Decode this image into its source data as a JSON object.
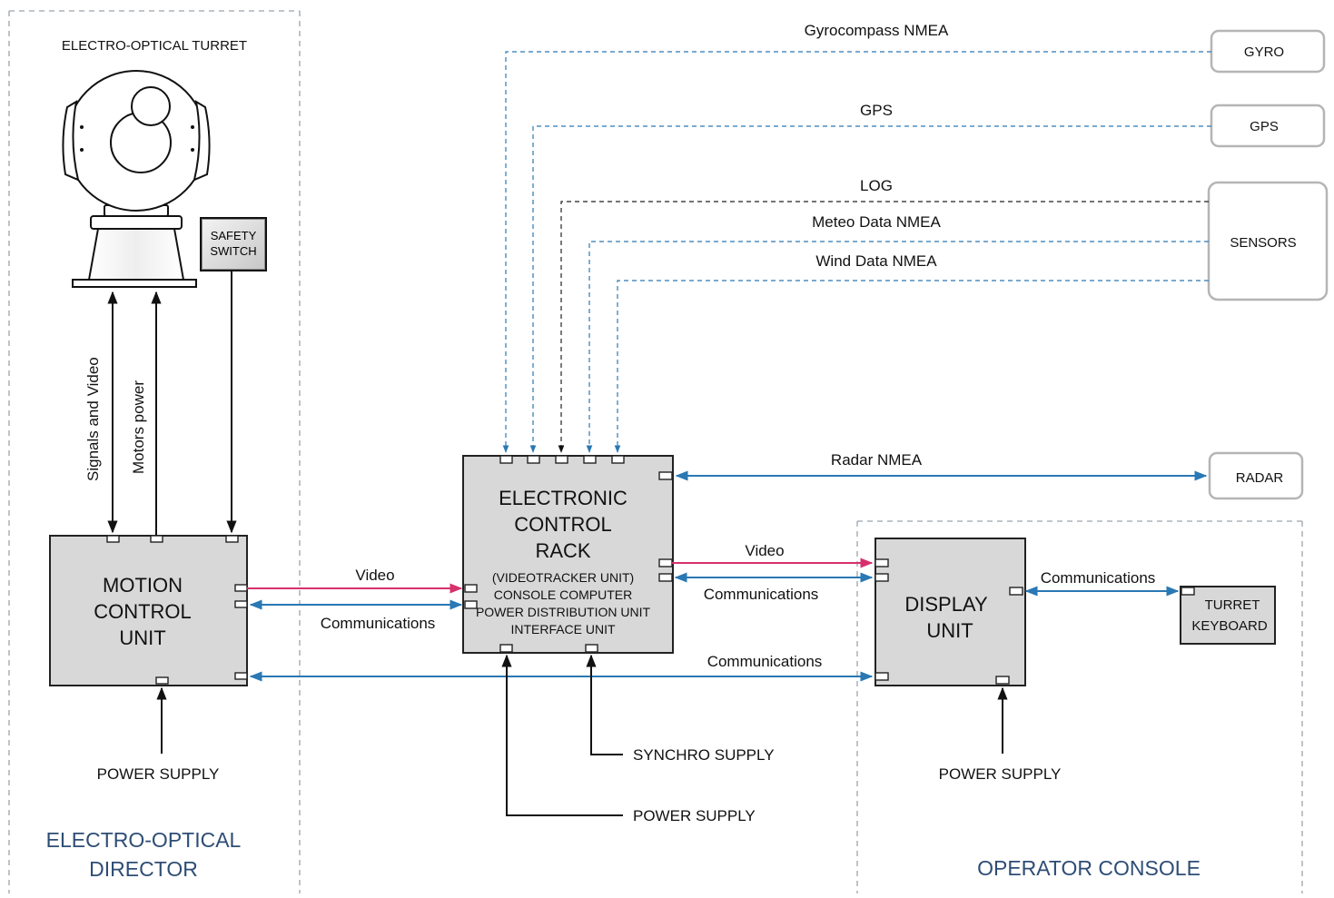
{
  "groups": {
    "director": {
      "line1": "ELECTRO-OPTICAL",
      "line2": "DIRECTOR"
    },
    "console": "OPERATOR CONSOLE"
  },
  "turret": {
    "title": "ELECTRO-OPTICAL TURRET"
  },
  "safety_switch": {
    "line1": "SAFETY",
    "line2": "SWITCH"
  },
  "motion_control_unit": {
    "line1": "MOTION",
    "line2": "CONTROL",
    "line3": "UNIT"
  },
  "control_rack": {
    "line1": "ELECTRONIC",
    "line2": "CONTROL",
    "line3": "RACK",
    "sub1": "(VIDEOTRACKER UNIT)",
    "sub2": "CONSOLE COMPUTER",
    "sub3": "POWER DISTRIBUTION UNIT",
    "sub4": "INTERFACE UNIT"
  },
  "display_unit": {
    "line1": "DISPLAY",
    "line2": "UNIT"
  },
  "turret_keyboard": {
    "line1": "TURRET",
    "line2": "KEYBOARD"
  },
  "external": {
    "gyro": "GYRO",
    "gps": "GPS",
    "sensors": "SENSORS",
    "radar": "RADAR"
  },
  "links": {
    "gyrocompass": "Gyrocompass NMEA",
    "gps": "GPS",
    "log": "LOG",
    "meteo": "Meteo Data NMEA",
    "wind": "Wind Data NMEA",
    "radar": "Radar NMEA",
    "signals_video": "Signals and Video",
    "motors_power": "Motors power",
    "video_mcu": "Video",
    "comms_mcu": "Communications",
    "video_display": "Video",
    "comms_display": "Communications",
    "comms_bottom": "Communications",
    "comms_keyboard": "Communications"
  },
  "supplies": {
    "mcu_power": "POWER SUPPLY",
    "rack_synchro": "SYNCHRO SUPPLY",
    "rack_power": "POWER SUPPLY",
    "display_power": "POWER SUPPLY"
  }
}
